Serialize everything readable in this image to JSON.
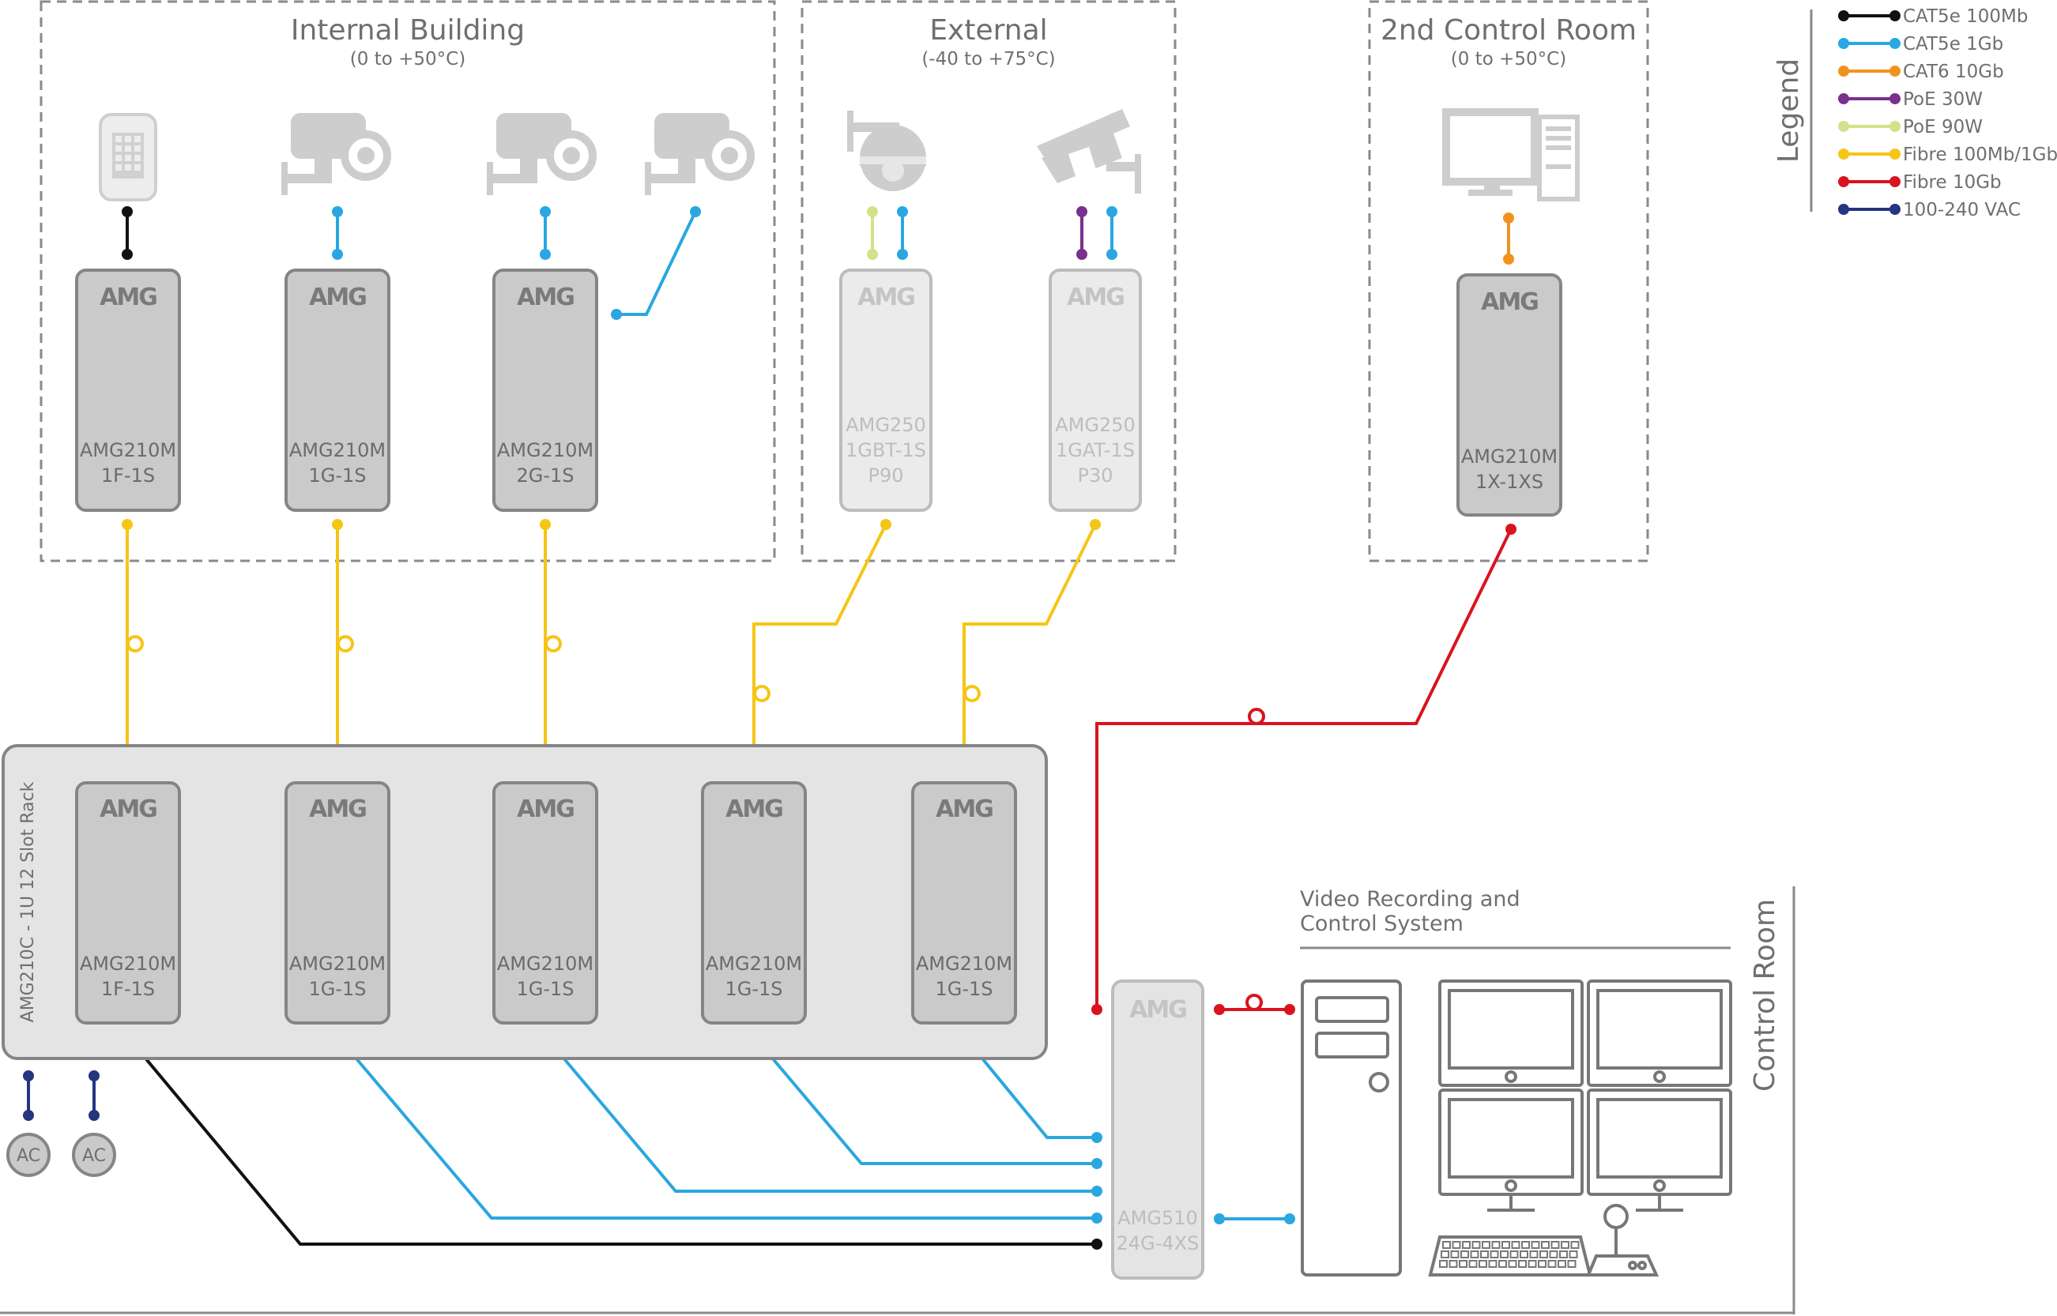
{
  "colors": {
    "cat5e_100mb": "#111111",
    "cat5e_1gb": "#2aa7e0",
    "cat6_10gb": "#f0931e",
    "poe_30w": "#7b2f8e",
    "poe_90w": "#d6e08a",
    "fibre_100mb_1gb": "#f6c515",
    "fibre_10gb": "#d9141e",
    "ac_power": "#25357f"
  },
  "zones": {
    "internal": {
      "title": "Internal Building",
      "sub": "(0 to +50°C)"
    },
    "external": {
      "title": "External",
      "sub": "(-40 to +75°C)"
    },
    "control2": {
      "title": "2nd Control Room",
      "sub": "(0 to +50°C)"
    }
  },
  "legend": {
    "title": "Legend",
    "items": [
      {
        "label": "CAT5e 100Mb",
        "color": "#111111"
      },
      {
        "label": "CAT5e 1Gb",
        "color": "#2aa7e0"
      },
      {
        "label": "CAT6 10Gb",
        "color": "#f0931e"
      },
      {
        "label": "PoE 30W",
        "color": "#7b2f8e"
      },
      {
        "label": "PoE 90W",
        "color": "#d6e08a"
      },
      {
        "label": "Fibre 100Mb/1Gb",
        "color": "#f6c515"
      },
      {
        "label": "Fibre 10Gb",
        "color": "#d9141e"
      },
      {
        "label": "100-240 VAC",
        "color": "#25357f"
      }
    ]
  },
  "brand": "AMG",
  "devices": {
    "field1": {
      "line1": "AMG210M",
      "line2": "1F-1S"
    },
    "field2": {
      "line1": "AMG210M",
      "line2": "1G-1S"
    },
    "field3": {
      "line1": "AMG210M",
      "line2": "2G-1S"
    },
    "field4": {
      "line1": "AMG250",
      "line2": "1GBT-1S",
      "line3": "P90"
    },
    "field5": {
      "line1": "AMG250",
      "line2": "1GAT-1S",
      "line3": "P30"
    },
    "field6": {
      "line1": "AMG210M",
      "line2": "1X-1XS"
    },
    "rack1": {
      "line1": "AMG210M",
      "line2": "1F-1S"
    },
    "rack2": {
      "line1": "AMG210M",
      "line2": "1G-1S"
    },
    "rack3": {
      "line1": "AMG210M",
      "line2": "1G-1S"
    },
    "rack4": {
      "line1": "AMG210M",
      "line2": "1G-1S"
    },
    "rack5": {
      "line1": "AMG210M",
      "line2": "1G-1S"
    },
    "switch": {
      "line1": "AMG510",
      "line2": "24G-4XS"
    }
  },
  "rack_label": "AMG210C - 1U 12 Slot Rack",
  "ac_label": "AC",
  "vrcs": {
    "line1": "Video Recording and",
    "line2": "Control System"
  },
  "control_room": "Control Room"
}
